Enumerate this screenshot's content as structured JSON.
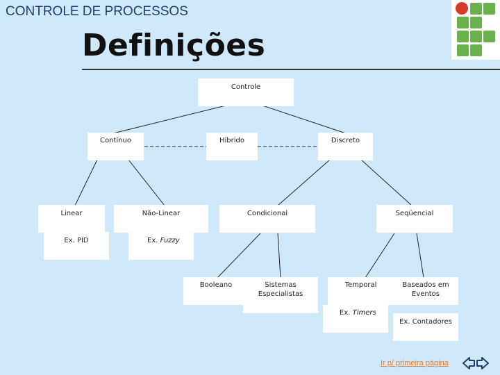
{
  "header": {
    "text": "CONTROLE DE PROCESSOS"
  },
  "title": {
    "text": "Definições"
  },
  "diagram": {
    "root": "Controle",
    "continuo": "Contínuo",
    "hibrido": "Híbrido",
    "discreto": "Discreto",
    "linear": "Linear",
    "nao_linear": "Não-Linear",
    "condicional": "Condicional",
    "sequencial": "Seqüencial",
    "ex_pid": "Ex. PID",
    "ex_fuzzy_prefix": "Ex. ",
    "ex_fuzzy_italic": "Fuzzy",
    "booleano": "Booleano",
    "sistemas_1": "Sistemas",
    "sistemas_2": "Especialistas",
    "temporal": "Temporal",
    "baseados_1": "Baseados em",
    "baseados_2": "Eventos",
    "ex_timers_prefix": "Ex. ",
    "ex_timers_italic": "Timers",
    "ex_contadores": "Ex. Contadores"
  },
  "nav": {
    "link_text": "Ir p/ primeira página",
    "arrow_icon": "left-right-arrow-icon"
  },
  "colors": {
    "background": "#cfe9fb",
    "header": "#1f3c6e",
    "link": "#e87a2a",
    "logo_green": "#6ab04c",
    "logo_red": "#d63b2c"
  }
}
